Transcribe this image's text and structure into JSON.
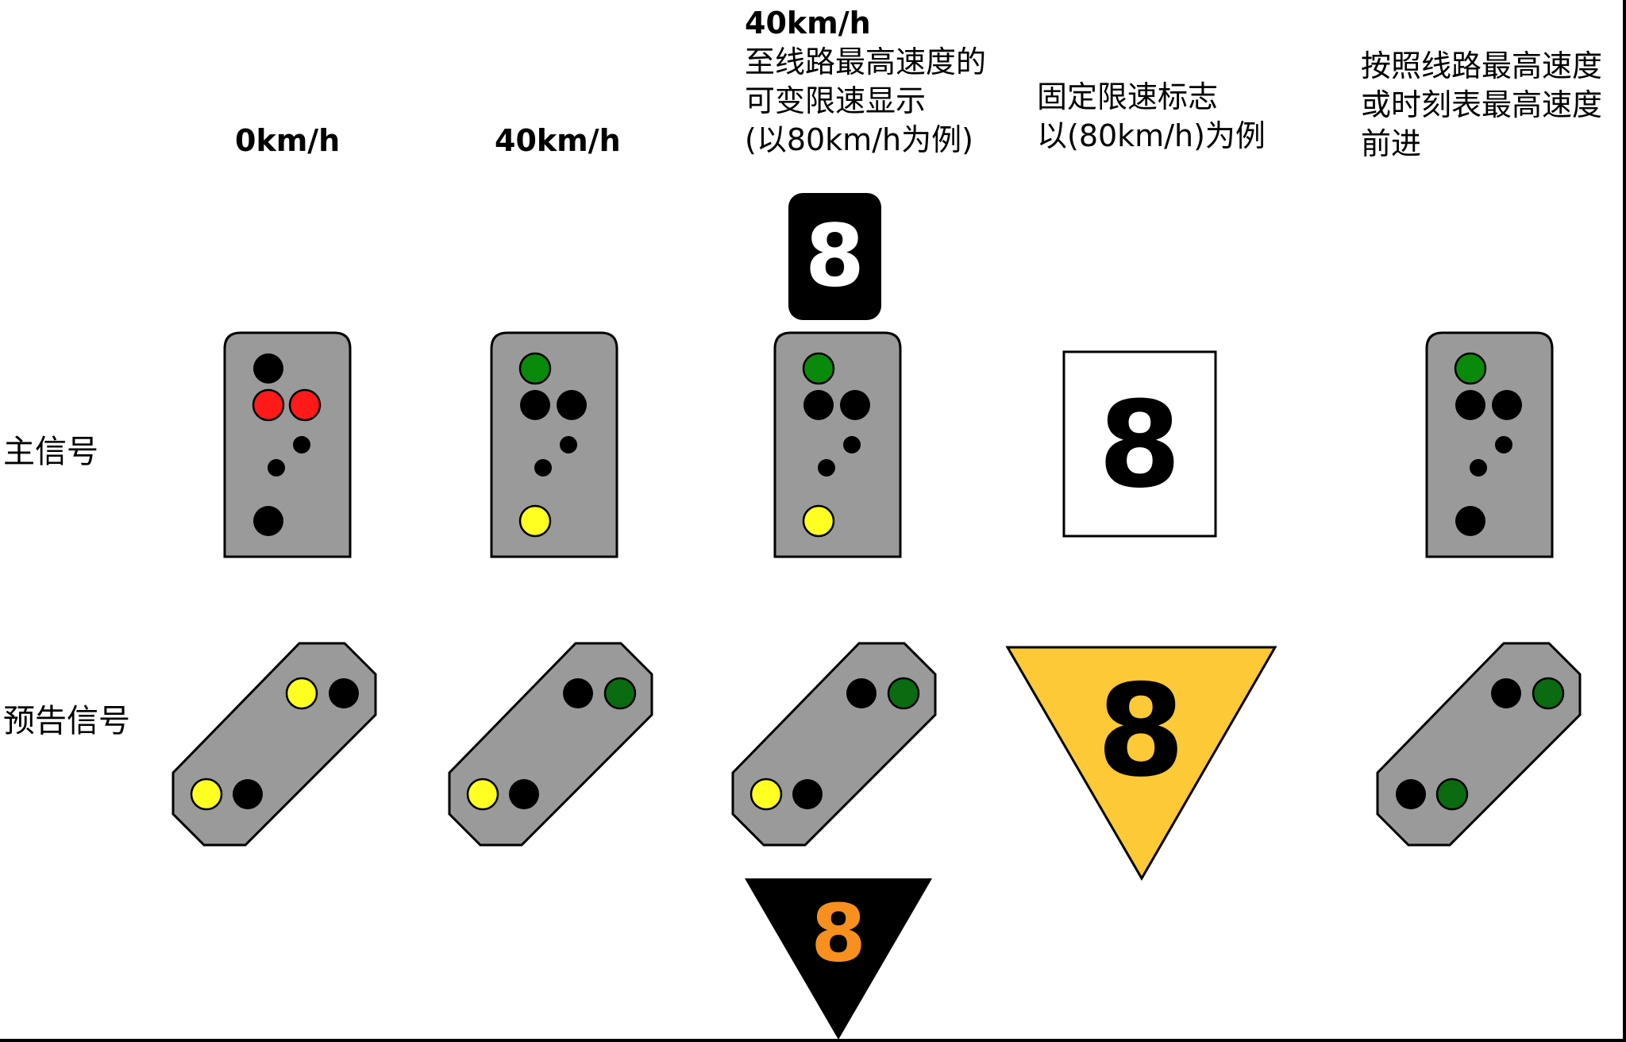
{
  "columns": [
    {
      "id": "stop",
      "lines": [
        "0km/h"
      ],
      "bold": [
        true
      ]
    },
    {
      "id": "slow",
      "lines": [
        "40km/h"
      ],
      "bold": [
        true
      ]
    },
    {
      "id": "variable",
      "lines": [
        "40km/h",
        "至线路最高速度的",
        "可变限速显示",
        "(以80km/h为例)"
      ],
      "bold": [
        true,
        false,
        false,
        false
      ]
    },
    {
      "id": "fixed",
      "lines": [
        "固定限速标志",
        "以(80km/h)为例"
      ],
      "bold": [
        false,
        false
      ]
    },
    {
      "id": "max",
      "lines": [
        "按照线路最高速度",
        "或时刻表最高速度",
        "前进"
      ],
      "bold": [
        false,
        false,
        false
      ]
    }
  ],
  "rows": {
    "main": "主信号",
    "distant": "预告信号"
  },
  "signs": {
    "variable_main_indicator": "8",
    "variable_distant_indicator": "8",
    "fixed_main_board": "8",
    "fixed_distant_board": "8"
  },
  "colors": {
    "housing": "#9a9a9a",
    "lamp_off": "#000000",
    "red": "#ff1a1a",
    "green_main": "#0a8a0a",
    "green_distant": "#0b6b10",
    "yellow": "#ffff22",
    "distant_board": "#fdc936",
    "orange_digit": "#f7901e"
  },
  "main_signals": [
    {
      "column": "stop",
      "top": "off",
      "middle_left": "red",
      "middle_right": "red",
      "bottom": "off"
    },
    {
      "column": "slow",
      "top": "green",
      "middle_left": "off",
      "middle_right": "off",
      "bottom": "yellow"
    },
    {
      "column": "variable",
      "top": "green",
      "middle_left": "off",
      "middle_right": "off",
      "bottom": "yellow"
    },
    {
      "column": "max",
      "top": "green",
      "middle_left": "off",
      "middle_right": "off",
      "bottom": "off"
    }
  ],
  "distant_signals": [
    {
      "column": "stop",
      "upper_left": "yellow",
      "upper_right": "off",
      "lower_left": "yellow",
      "lower_right": "off"
    },
    {
      "column": "slow",
      "upper_left": "off",
      "upper_right": "green",
      "lower_left": "yellow",
      "lower_right": "off"
    },
    {
      "column": "variable",
      "upper_left": "off",
      "upper_right": "green",
      "lower_left": "yellow",
      "lower_right": "off"
    },
    {
      "column": "max",
      "upper_left": "off",
      "upper_right": "green",
      "lower_left": "off",
      "lower_right": "green"
    }
  ]
}
